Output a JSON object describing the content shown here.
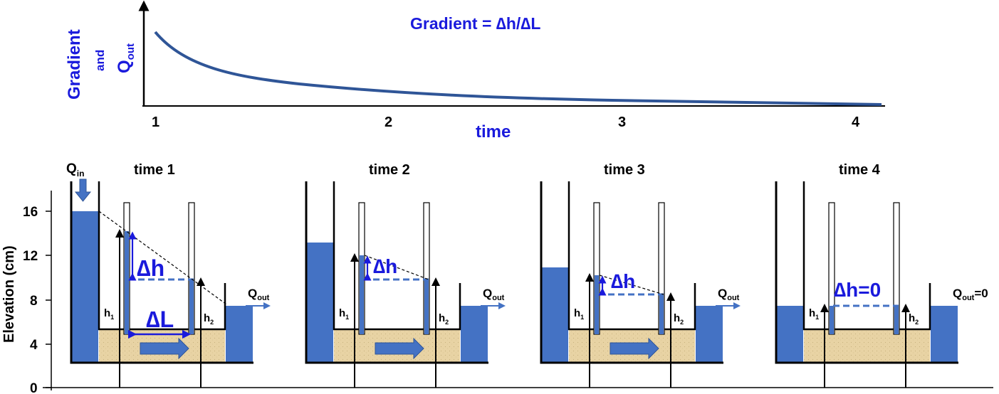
{
  "top_plot": {
    "y_label_main": "Gradient",
    "y_label_and": "and",
    "y_label_q": "Q",
    "y_label_q_sub": "out",
    "formula": "Gradient = ∆h/∆L",
    "x_label": "time",
    "x_ticks": [
      "1",
      "2",
      "3",
      "4"
    ]
  },
  "bottom": {
    "y_axis_label": "Elevation (cm)",
    "y_ticks": [
      "0",
      "4",
      "8",
      "12",
      "16"
    ],
    "q_in": "Q",
    "q_in_sub": "in",
    "q_out": "Q",
    "q_out_sub": "out",
    "q_out_zero": "=0",
    "h1": "h",
    "h1_sub": "1",
    "h2": "h",
    "h2_sub": "2",
    "delta_L": "∆L",
    "panels": [
      {
        "title": "time 1",
        "delta_h": "∆h"
      },
      {
        "title": "time 2",
        "delta_h": "∆h"
      },
      {
        "title": "time 3",
        "delta_h": "∆h"
      },
      {
        "title": "time 4",
        "delta_h": "∆h=0"
      }
    ]
  },
  "colors": {
    "water": "#4472C4",
    "sand": "#E8D3A4",
    "curve": "#2F5597",
    "label_blue": "#1a1adc",
    "arrow_fill": "#4472C4"
  }
}
